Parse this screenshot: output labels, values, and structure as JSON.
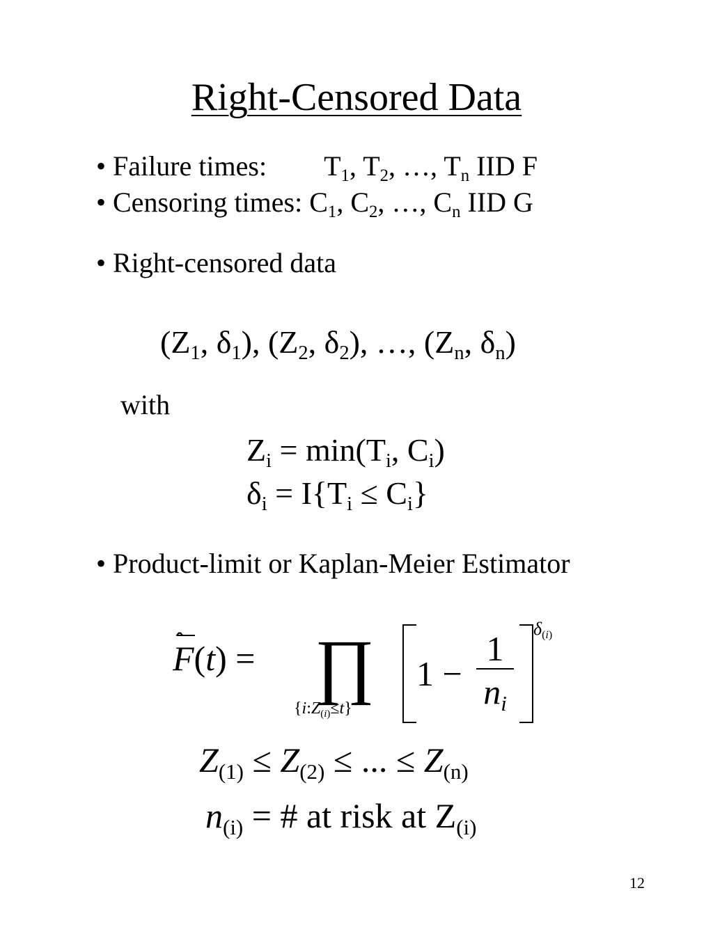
{
  "title": "Right-Censored Data",
  "bullets": {
    "failure_label": "• Failure times:",
    "failure_dist": " IID F",
    "censoring_label": "• Censoring times:",
    "censoring_dist": " IID G",
    "rc_label": "• Right-censored data",
    "with_label": "with",
    "km_label": "• Product-limit or Kaplan-Meier Estimator"
  },
  "formulas": {
    "min_text": " = min(T",
    "indicator_text": " = I{T",
    "leq": " ≤ C",
    "at_risk_text": " = # at risk at Z",
    "order_sub_1": "(1)",
    "order_sub_2": "(2)",
    "order_sub_n": "(n)",
    "ni_sub": "(i)"
  },
  "page_number": "12"
}
